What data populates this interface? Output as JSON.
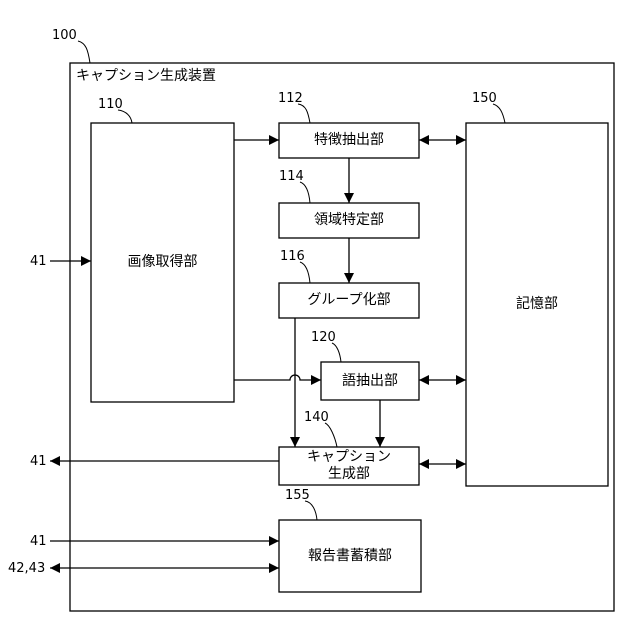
{
  "device": {
    "ref": "100",
    "title": "キャプション生成装置"
  },
  "blocks": {
    "image_acquisition": {
      "ref": "110",
      "label": "画像取得部"
    },
    "feature_extraction": {
      "ref": "112",
      "label": "特徴抽出部"
    },
    "region_identification": {
      "ref": "114",
      "label": "領域特定部"
    },
    "grouping": {
      "ref": "116",
      "label": "グループ化部"
    },
    "word_extraction": {
      "ref": "120",
      "label": "語抽出部"
    },
    "caption_generation": {
      "ref": "140",
      "line1": "キャプション",
      "line2": "生成部"
    },
    "storage": {
      "ref": "150",
      "label": "記憶部"
    },
    "report_accumulation": {
      "ref": "155",
      "label": "報告書蓄積部"
    }
  },
  "external": {
    "input_image": "41",
    "output_caption": "41",
    "input_report": "41",
    "report_io": "42,43"
  }
}
